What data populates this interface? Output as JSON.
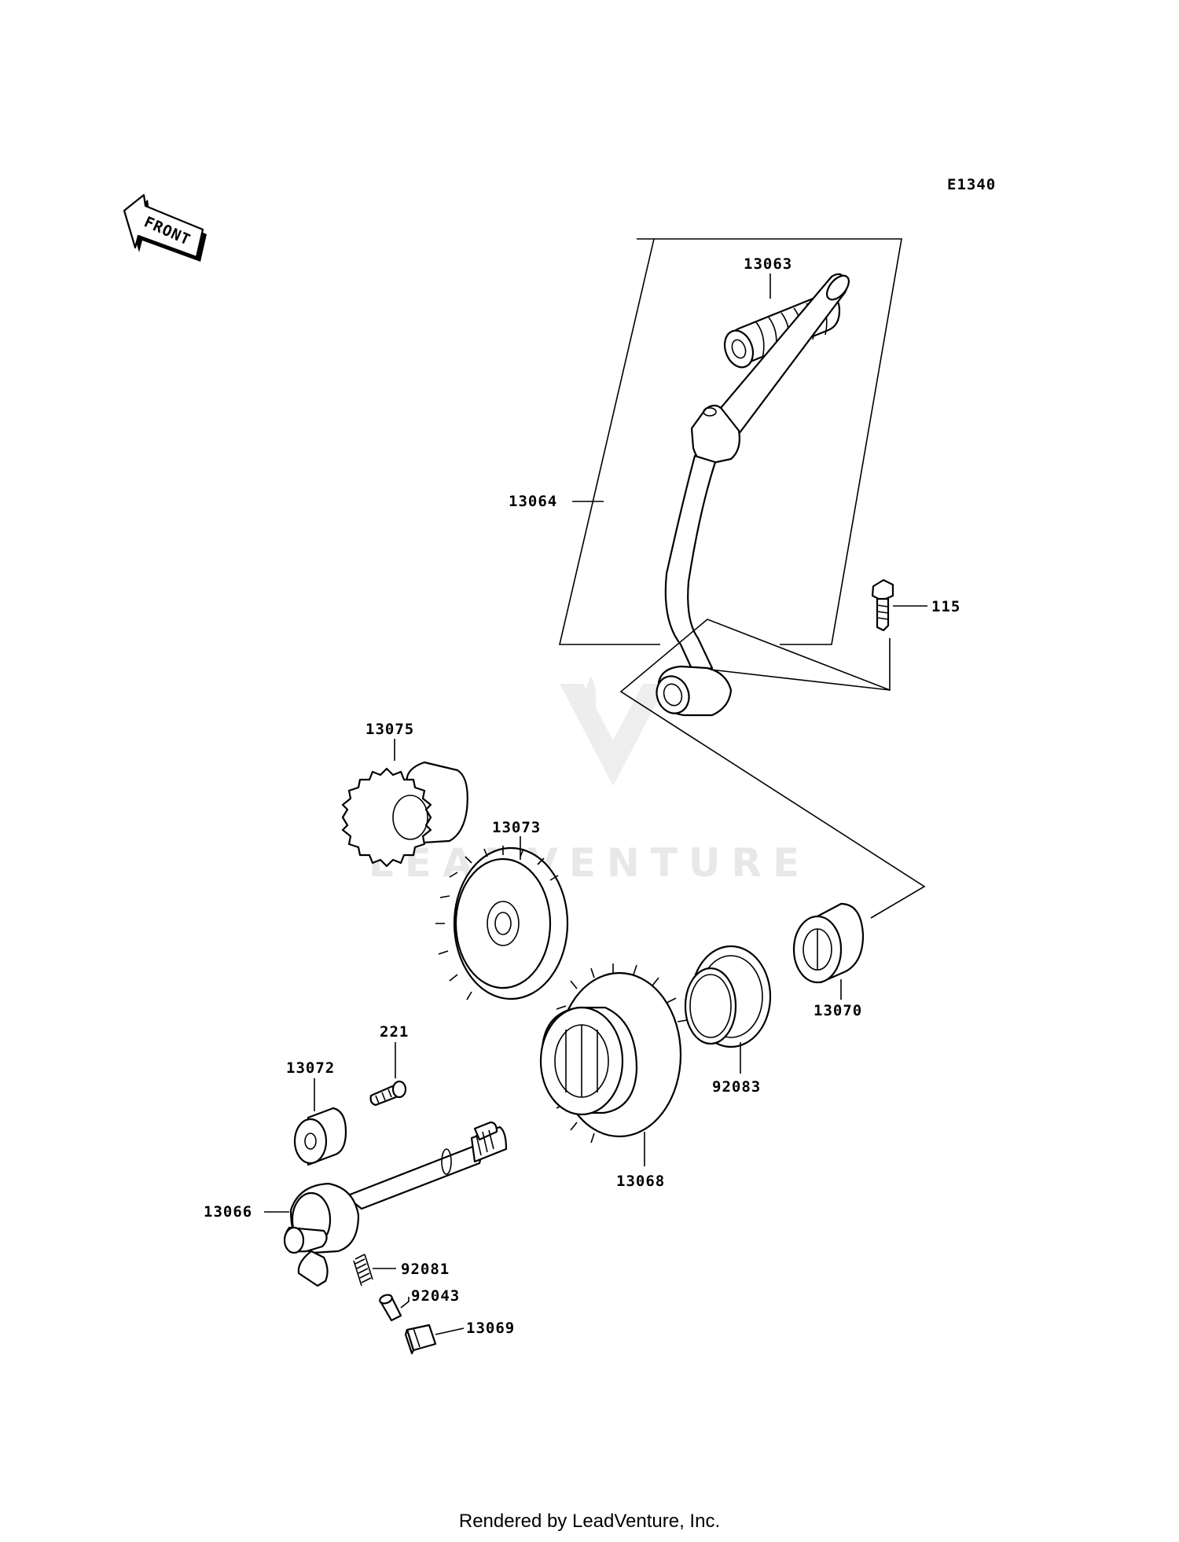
{
  "diagram_code": "E1340",
  "front_label": "FRONT",
  "watermark": "LEADVENTURE",
  "footer": "Rendered by LeadVenture, Inc.",
  "parts": [
    {
      "id": "13063",
      "name": "kick-pedal-rubber"
    },
    {
      "id": "13064",
      "name": "kick-pedal-assy"
    },
    {
      "id": "115",
      "name": "bolt"
    },
    {
      "id": "13075",
      "name": "kick-idle-gear-small"
    },
    {
      "id": "13073",
      "name": "kick-idle-gear"
    },
    {
      "id": "13070",
      "name": "spring-guide"
    },
    {
      "id": "92083",
      "name": "kick-spring"
    },
    {
      "id": "13068",
      "name": "kick-gear"
    },
    {
      "id": "221",
      "name": "screw"
    },
    {
      "id": "13072",
      "name": "collar"
    },
    {
      "id": "13066",
      "name": "kick-shaft"
    },
    {
      "id": "92081",
      "name": "spring"
    },
    {
      "id": "92043",
      "name": "pin"
    },
    {
      "id": "13069",
      "name": "ratchet-stopper"
    }
  ]
}
